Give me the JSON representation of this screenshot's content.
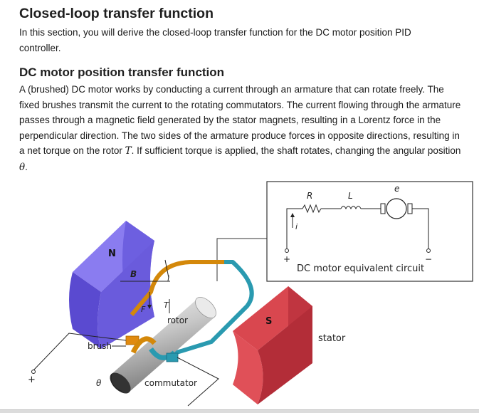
{
  "section": {
    "title": "Closed-loop transfer function",
    "intro": "In this section, you will derive the closed-loop transfer function for the DC motor position PID controller."
  },
  "subsection": {
    "title": "DC motor position transfer function",
    "body_prefix": "A (brushed) DC motor works by conducting a current through an armature that can rotate freely. The fixed brushes transmit the current to the rotating commutators. The current flowing through the armature passes through a magnetic field generated by the stator magnets, resulting in a Lorentz force in the perpendicular direction. The two sides of the armature produce forces in opposite directions, resulting in a net torque on the rotor",
    "torque_symbol": "T",
    "body_middle": ". If sufficient torque is applied, the shaft rotates, changing the angular position",
    "angle_symbol": "θ",
    "body_suffix": "."
  },
  "figure": {
    "circuit_caption": "DC motor equivalent circuit",
    "R": "R",
    "L": "L",
    "e": "e",
    "i": "i",
    "plus": "+",
    "minus": "−",
    "N": "N",
    "S": "S",
    "B": "B",
    "F": "F",
    "T": "T",
    "rotor": "rotor",
    "stator": "stator",
    "brush": "brush",
    "commutator": "commutator",
    "theta": "θ"
  }
}
